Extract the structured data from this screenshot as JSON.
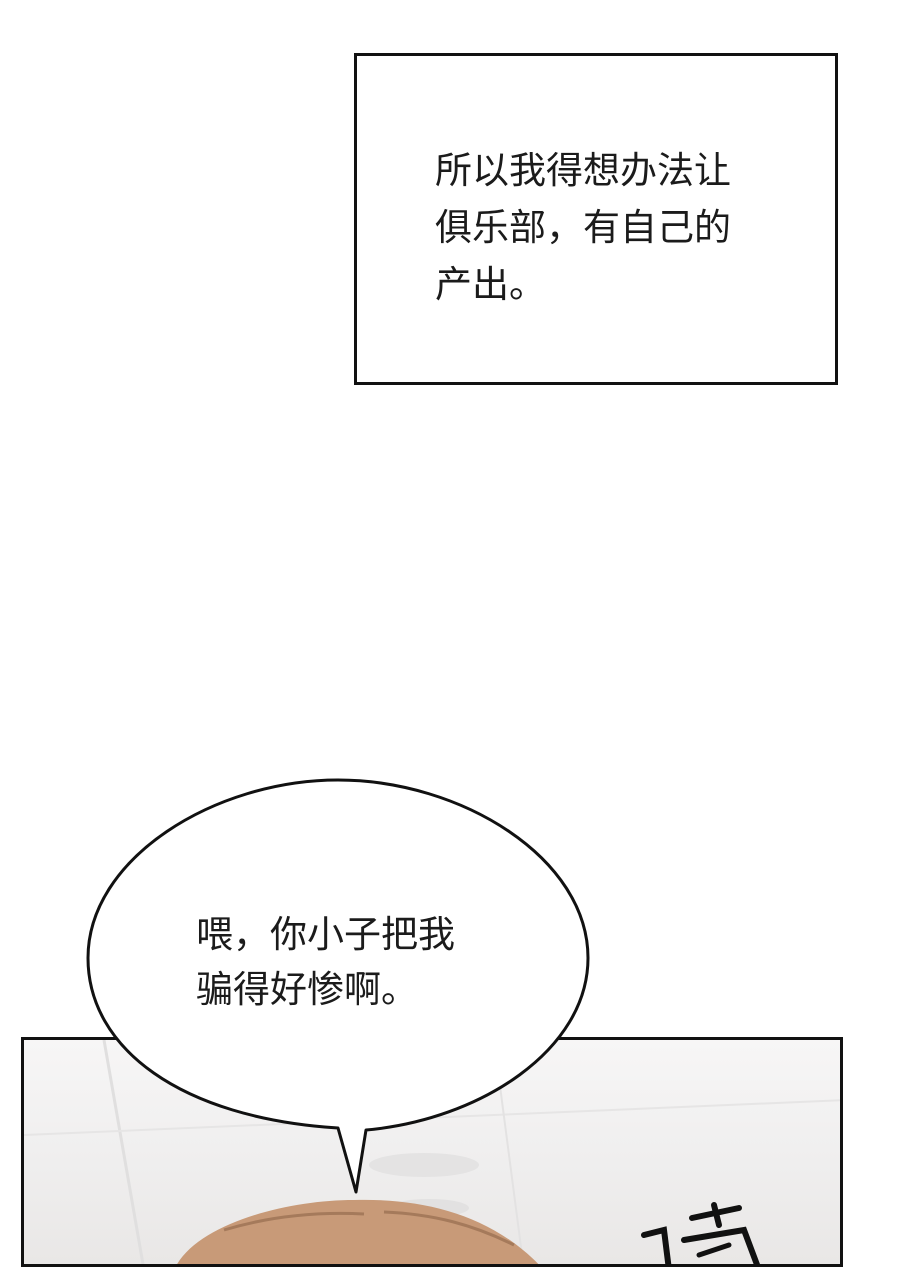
{
  "caption": {
    "lines": [
      "所以我得想办法让",
      "俱乐部，有自己的",
      "产出。"
    ]
  },
  "speech_bubble": {
    "lines": [
      "喂，你小子把我",
      "骗得好惨啊。"
    ]
  },
  "colors": {
    "ink": "#111111",
    "text": "#1b1b1b",
    "hair": "#c89a78",
    "background": "#ffffff"
  }
}
